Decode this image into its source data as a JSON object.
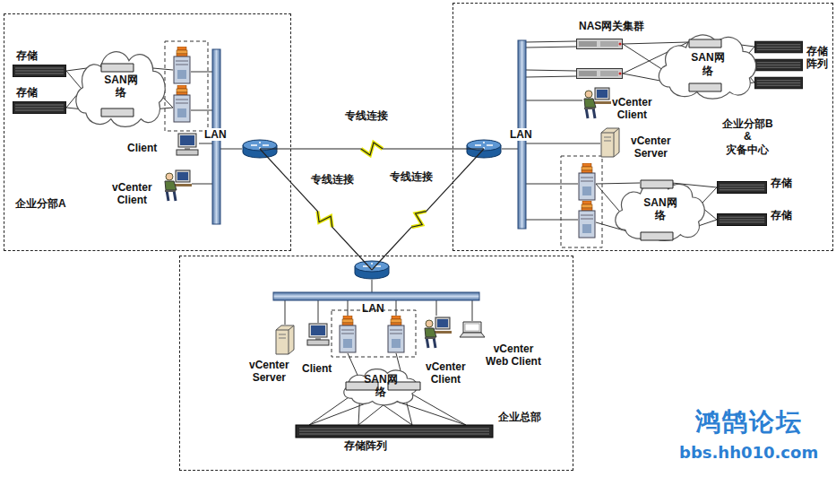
{
  "diagram": {
    "nodes": [
      {
        "text": [
          "企业分部A"
        ]
      },
      {
        "text": [
          "SAN网络"
        ],
        "in": 0
      },
      {
        "text": [
          "企业分部B & 灾备中心"
        ]
      },
      {
        "text": [
          "SAN网络"
        ],
        "in": 2
      },
      {
        "text": [
          "SAN网络"
        ],
        "in": 2
      },
      {
        "text": [
          "企业总部"
        ]
      },
      {
        "text": [
          "SAN网络"
        ],
        "in": 5
      }
    ],
    "edges": [
      {
        "from": 0,
        "to": 2,
        "arrow": "none",
        "label": "专线连接"
      },
      {
        "from": 0,
        "to": 5,
        "arrow": "none",
        "label": "专线连接"
      },
      {
        "from": 2,
        "to": 5,
        "arrow": "none",
        "label": "专线连接"
      }
    ],
    "labels": [
      "存储",
      "存储",
      "Client",
      "LAN",
      "vCenter Client",
      "NAS网关集群",
      "存储阵列",
      "vCenter Client",
      "LAN",
      "vCenter Server",
      "存储",
      "存储",
      "LAN",
      "vCenter Server",
      "Client",
      "vCenter Client",
      "vCenter Web Client",
      "存储阵列",
      "鸿鹄论坛",
      "bbs.hh010.com"
    ]
  }
}
